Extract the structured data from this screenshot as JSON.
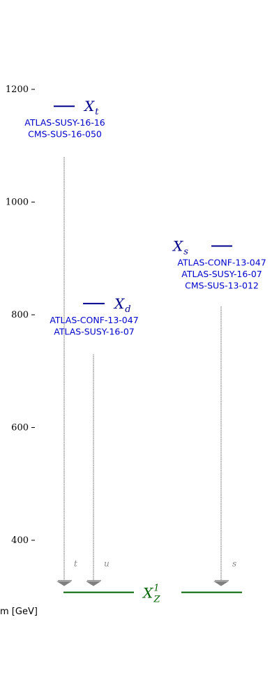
{
  "chart_data": {
    "type": "diagram",
    "ylabel": "m [GeV]",
    "yticks": [
      400,
      600,
      800,
      1000,
      1200
    ],
    "ylim": [
      310,
      1230
    ],
    "colors": {
      "heavy_state": "#00008b",
      "ref_text": "#0000cd",
      "lsp": "#006400",
      "decay": "#808080",
      "axis": "#000000"
    },
    "lsp": {
      "base": "X",
      "sup": "1",
      "sub": "Z",
      "mass": 310
    },
    "states": [
      {
        "base": "X",
        "sub": "t",
        "mass": 1170,
        "decay_top": 1080,
        "quark": "t",
        "refs": [
          "ATLAS-SUSY-16-16",
          "CMS-SUS-16-050"
        ]
      },
      {
        "base": "X",
        "sub": "d",
        "mass": 820,
        "decay_top": 730,
        "quark": "u",
        "refs": [
          "ATLAS-CONF-13-047",
          "ATLAS-SUSY-16-07"
        ]
      },
      {
        "base": "X",
        "sub": "s",
        "mass": 922,
        "decay_top": 815,
        "quark": "s",
        "refs": [
          "ATLAS-CONF-13-047",
          "ATLAS-SUSY-16-07",
          "CMS-SUS-13-012"
        ]
      }
    ]
  }
}
